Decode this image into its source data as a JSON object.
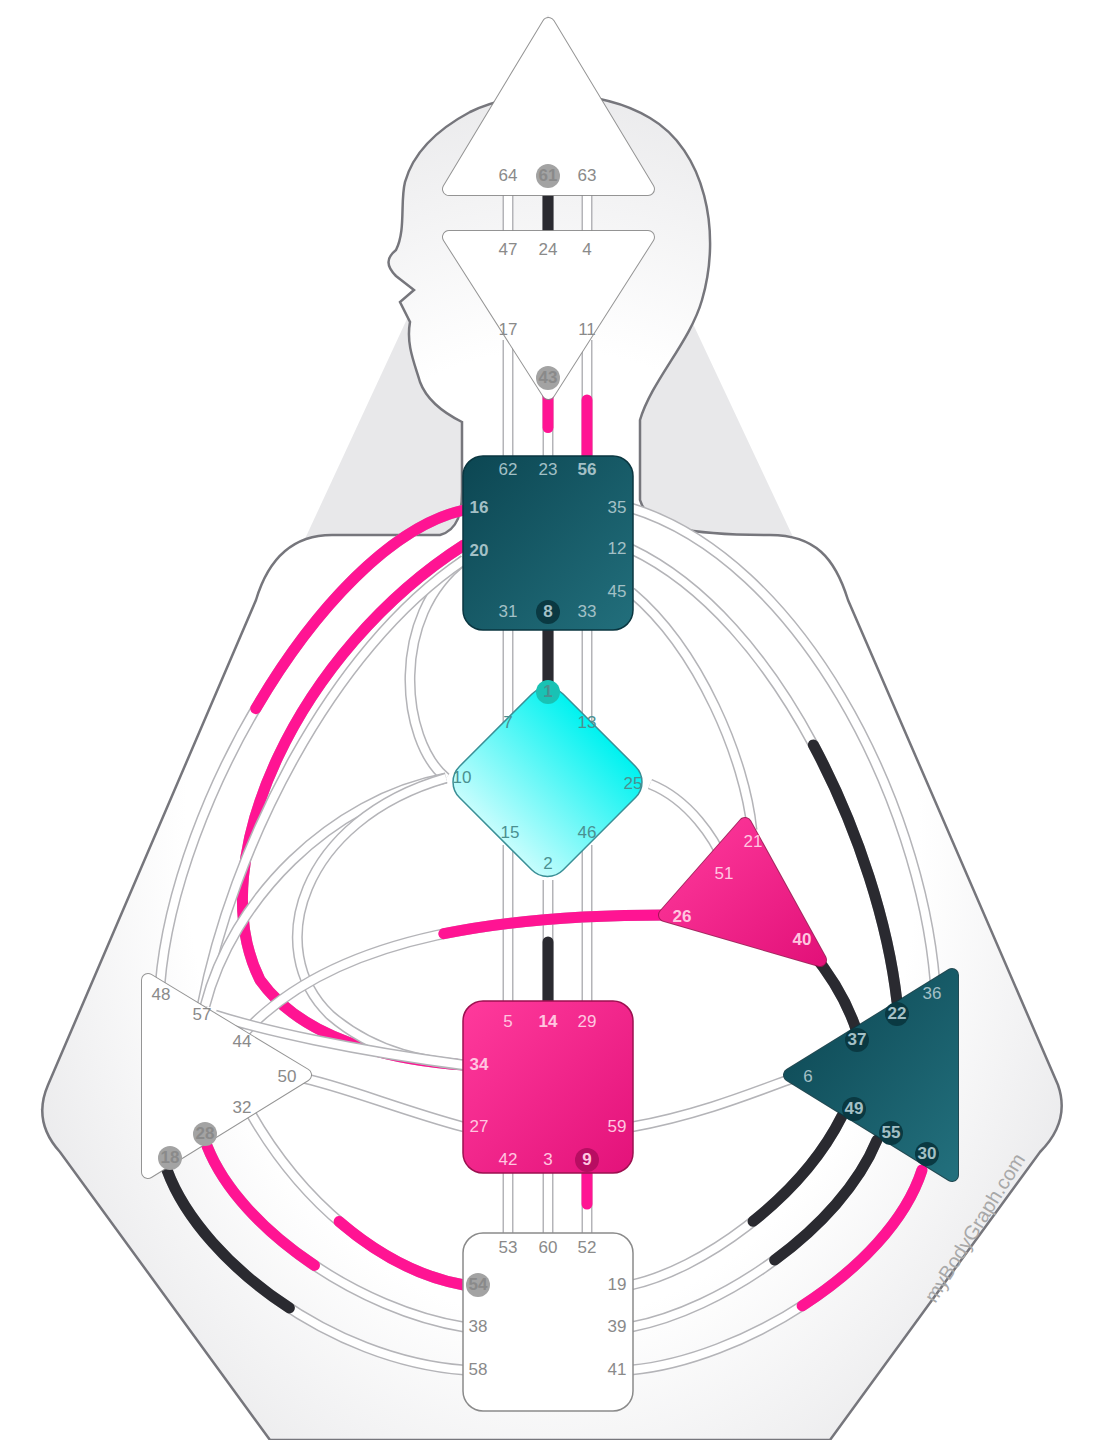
{
  "diagram": {
    "nodes": [
      {
        "text": [
          "64",
          "61",
          "63"
        ]
      },
      {
        "text": [
          "47",
          "24",
          "4",
          "17",
          "11",
          "43"
        ]
      },
      {
        "text": [
          "62",
          "23",
          "56",
          "16",
          "35",
          "20",
          "12",
          "45",
          "31",
          "8",
          "33"
        ]
      },
      {
        "text": [
          "1",
          "7",
          "13",
          "10",
          "25",
          "15",
          "46",
          "2"
        ]
      },
      {
        "text": [
          "21",
          "51",
          "26",
          "40"
        ]
      },
      {
        "text": [
          "5",
          "14",
          "29",
          "34",
          "27",
          "59",
          "42",
          "3",
          "9"
        ]
      },
      {
        "text": [
          "48",
          "57",
          "44",
          "50",
          "32",
          "28",
          "18"
        ]
      },
      {
        "text": [
          "36",
          "22",
          "37",
          "6",
          "49",
          "55",
          "30"
        ]
      },
      {
        "text": [
          "53",
          "60",
          "52",
          "54",
          "19",
          "38",
          "39",
          "58",
          "41"
        ]
      }
    ],
    "edges": [
      {
        "from": 0,
        "to": 1,
        "arrow": "none"
      },
      {
        "from": 0,
        "to": 1,
        "arrow": "none"
      },
      {
        "from": 0,
        "to": 1,
        "arrow": "none"
      },
      {
        "from": 1,
        "to": 2,
        "arrow": "none"
      },
      {
        "from": 1,
        "to": 2,
        "arrow": "none"
      },
      {
        "from": 1,
        "to": 2,
        "arrow": "none"
      },
      {
        "from": 2,
        "to": 3,
        "arrow": "none"
      },
      {
        "from": 2,
        "to": 3,
        "arrow": "none"
      },
      {
        "from": 2,
        "to": 3,
        "arrow": "none"
      },
      {
        "from": 2,
        "to": 3,
        "arrow": "none"
      },
      {
        "from": 2,
        "to": 5,
        "arrow": "none"
      },
      {
        "from": 2,
        "to": 6,
        "arrow": "none"
      },
      {
        "from": 2,
        "to": 6,
        "arrow": "none"
      },
      {
        "from": 2,
        "to": 4,
        "arrow": "none"
      },
      {
        "from": 2,
        "to": 7,
        "arrow": "none"
      },
      {
        "from": 2,
        "to": 7,
        "arrow": "none"
      },
      {
        "from": 3,
        "to": 4,
        "arrow": "none"
      },
      {
        "from": 3,
        "to": 5,
        "arrow": "none"
      },
      {
        "from": 3,
        "to": 5,
        "arrow": "none"
      },
      {
        "from": 3,
        "to": 5,
        "arrow": "none"
      },
      {
        "from": 3,
        "to": 6,
        "arrow": "none"
      },
      {
        "from": 3,
        "to": 5,
        "arrow": "none"
      },
      {
        "from": 4,
        "to": 6,
        "arrow": "none"
      },
      {
        "from": 4,
        "to": 7,
        "arrow": "none"
      },
      {
        "from": 5,
        "to": 6,
        "arrow": "none"
      },
      {
        "from": 5,
        "to": 6,
        "arrow": "none"
      },
      {
        "from": 5,
        "to": 7,
        "arrow": "none"
      },
      {
        "from": 5,
        "to": 8,
        "arrow": "none"
      },
      {
        "from": 5,
        "to": 8,
        "arrow": "none"
      },
      {
        "from": 5,
        "to": 8,
        "arrow": "none"
      },
      {
        "from": 6,
        "to": 8,
        "arrow": "none"
      },
      {
        "from": 6,
        "to": 8,
        "arrow": "none"
      },
      {
        "from": 6,
        "to": 8,
        "arrow": "none"
      },
      {
        "from": 7,
        "to": 8,
        "arrow": "none"
      },
      {
        "from": 7,
        "to": 8,
        "arrow": "none"
      },
      {
        "from": 7,
        "to": 8,
        "arrow": "none"
      }
    ],
    "labels": [
      "myBodyGraph.com"
    ]
  }
}
